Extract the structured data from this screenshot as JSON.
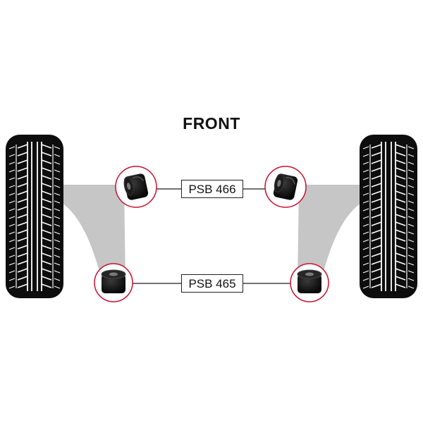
{
  "diagram": {
    "title": "FRONT",
    "labels": {
      "upper": "PSB 466",
      "lower": "PSB 465"
    },
    "colors": {
      "arm": "#c6c6c6",
      "ring": "#c8102e",
      "tyre": "#0d0d0d",
      "bush": "#111111",
      "connector": "#444444"
    },
    "icons": [
      "tyre-left-icon",
      "tyre-right-icon",
      "bush-upper-icon",
      "bush-lower-icon"
    ]
  }
}
